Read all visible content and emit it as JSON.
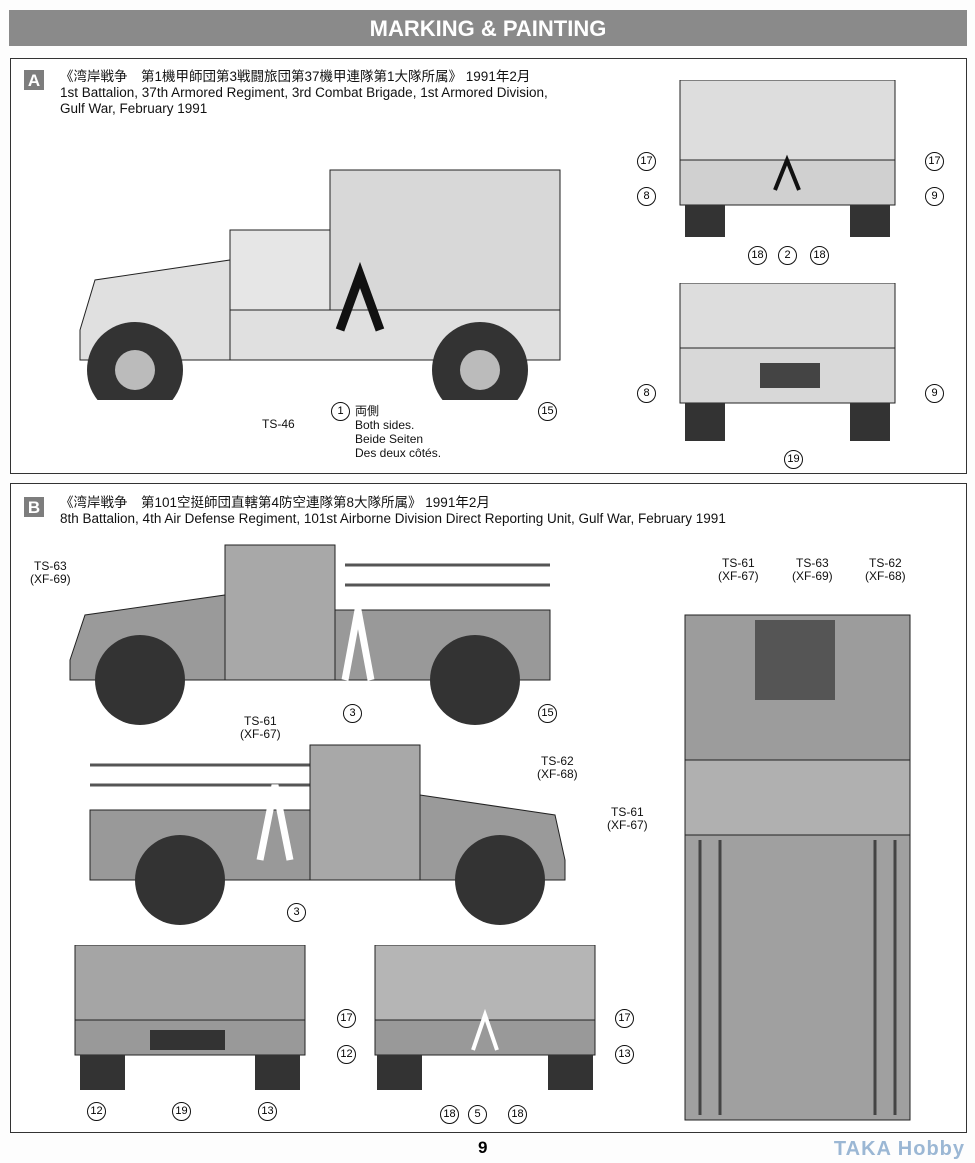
{
  "banner": "MARKING & PAINTING",
  "a": {
    "badge": "A",
    "jp": "《湾岸戦争　第1機甲師団第3戦闘旅団第37機甲連隊第1大隊所属》 1991年2月",
    "en1": "1st Battalion, 37th Armored Regiment, 3rd Combat Brigade, 1st Armored Division,",
    "en2": "Gulf War, February 1991",
    "paint": "TS-46",
    "sides": {
      "jp": "両側",
      "en": "Both sides.",
      "de": "Beide Seiten",
      "fr": "Des deux côtés."
    },
    "nums": [
      "17",
      "8",
      "17",
      "9",
      "18",
      "2",
      "18",
      "8",
      "9",
      "19",
      "1",
      "15"
    ]
  },
  "b": {
    "badge": "B",
    "jp": "《湾岸戦争　第101空挺師団直轄第4防空連隊第8大隊所属》 1991年2月",
    "en": "8th Battalion, 4th Air Defense Regiment, 101st Airborne Division Direct Reporting Unit, Gulf War, February 1991",
    "paints": [
      {
        "ts": "TS-63",
        "xf": "(XF-69)"
      },
      {
        "ts": "TS-61",
        "xf": "(XF-67)"
      },
      {
        "ts": "TS-62",
        "xf": "(XF-68)"
      },
      {
        "ts": "TS-61",
        "xf": "(XF-67)"
      },
      {
        "ts": "TS-63",
        "xf": "(XF-69)"
      },
      {
        "ts": "TS-62",
        "xf": "(XF-68)"
      },
      {
        "ts": "TS-61",
        "xf": "(XF-67)"
      }
    ],
    "nums": [
      "3",
      "15",
      "3",
      "12",
      "19",
      "13",
      "17",
      "17",
      "12",
      "13",
      "18",
      "5",
      "18"
    ]
  },
  "page": "9",
  "watermark": "TAKA Hobby"
}
